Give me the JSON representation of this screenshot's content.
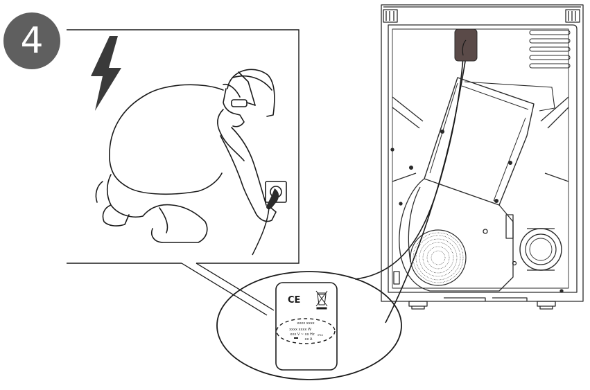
{
  "step": {
    "number": "4"
  },
  "icons": {
    "hazard": "high-voltage-icon",
    "ce_mark": "ce-mark-icon",
    "weee": "crossed-out-bin-icon"
  },
  "rating_label": {
    "ce_text": "CE",
    "line1": "xxxx xxxx",
    "line2": "xxxx xxxx W",
    "line3": "xxx V ~  xx Hz",
    "line3_ip": "IPX4",
    "line4": "xx  A"
  },
  "colors": {
    "step_badge": "#5f5f5f",
    "outline": "#1a1a1a",
    "label_patch": "#5a4a48"
  }
}
